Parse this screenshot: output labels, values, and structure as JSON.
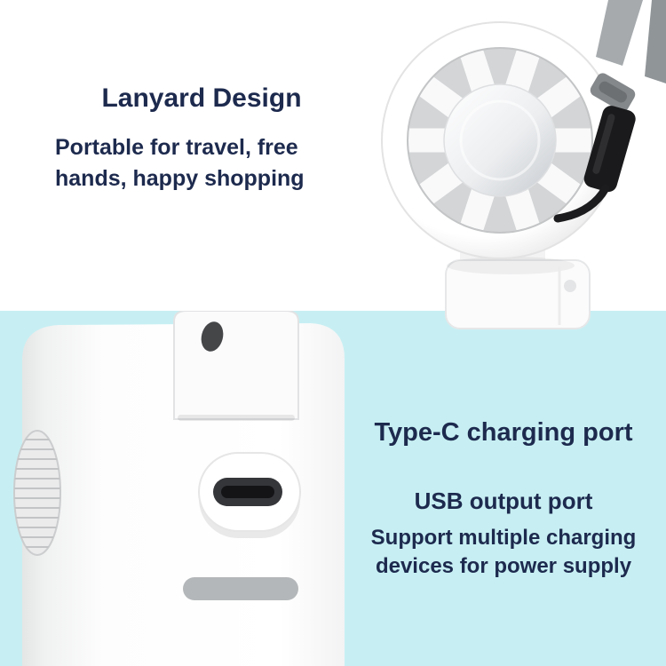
{
  "colors": {
    "text": "#1d2a4e",
    "bottom_background": "#c7eff3",
    "device_white": "#fbfbfc",
    "lanyard_strap": "#a6aaad",
    "lanyard_clip": "#1a1a1c",
    "grille_gray": "#b4b7b9"
  },
  "top_section": {
    "title": "Lanyard Design",
    "subtitle": "Portable for travel, free\nhands, happy shopping",
    "image_label": "white handheld fan with gray lanyard and black clip"
  },
  "bottom_section": {
    "title": "Type-C charging port",
    "subtitle": "USB output port",
    "description": "Support multiple charging\ndevices for power supply",
    "image_label": "close-up of fan handle with scroll wheel and Type-C port"
  }
}
